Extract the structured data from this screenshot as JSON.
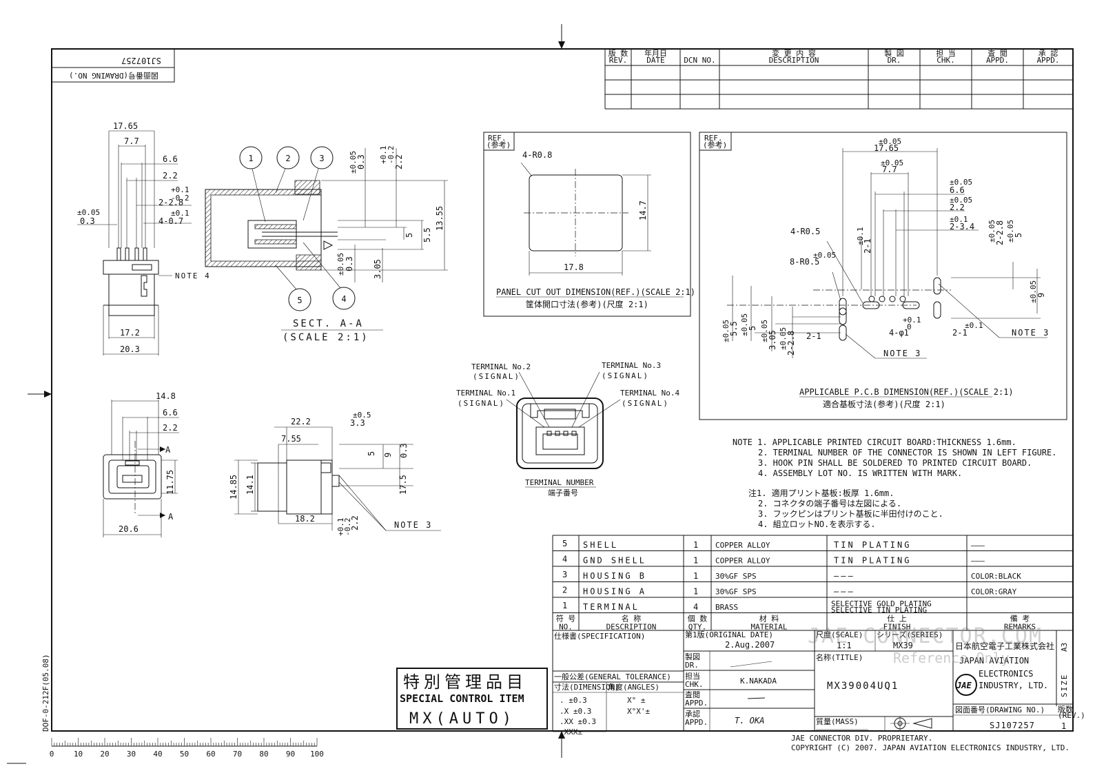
{
  "sheet": {
    "drawing_no_label": "図面番号(DRAWING NO.)",
    "drawing_no_rotated": "SJ107257",
    "form_code": "DOF-0-212F(05.08)",
    "arrow_labels": [
      "A",
      "A"
    ]
  },
  "revision_table": {
    "headers": [
      {
        "jp": "版 数",
        "en": "REV."
      },
      {
        "jp": "年月日",
        "en": "DATE"
      },
      {
        "jp": "",
        "en": "DCN NO."
      },
      {
        "jp": "変 更 内 容",
        "en": "DESCRIPTION"
      },
      {
        "jp": "製 図",
        "en": "DR."
      },
      {
        "jp": "担 当",
        "en": "CHK."
      },
      {
        "jp": "査 閲",
        "en": "APPD."
      },
      {
        "jp": "承 認",
        "en": "APPD."
      }
    ]
  },
  "side_view": {
    "dims": [
      "17.65",
      "7.7",
      "6.6",
      "2.2",
      "+0.1",
      "-0.2",
      "2-2.8",
      "±0.1",
      "4-0.7",
      "±0.05",
      "0.3",
      "17.2",
      "20.3"
    ],
    "note": "NOTE 4"
  },
  "section_view": {
    "balloons": [
      "1",
      "2",
      "3",
      "4",
      "5"
    ],
    "dims": [
      "±0.05",
      "0.3",
      "+0.1",
      "-0.2",
      "2.2",
      "13.55",
      "5.5",
      "5",
      "3.05",
      "±0.05",
      "0.3"
    ],
    "caption1": "SECT. A-A",
    "caption2": "(SCALE 2:1)"
  },
  "panel_cutout": {
    "ref_label": "REF.",
    "ref_jp": "(参考)",
    "corner": "4-R0.8",
    "width": "17.8",
    "height": "14.7",
    "caption_en": "PANEL CUT OUT DIMENSION(REF.)(SCALE 2:1)",
    "caption_jp": "筐体開口寸法(参考)(尺度 2:1)"
  },
  "pcb_view": {
    "ref_label": "REF.",
    "ref_jp": "(参考)",
    "dims": [
      "±0.05",
      "17.65",
      "±0.05",
      "7.7",
      "±0.05",
      "6.6",
      "±0.05",
      "2.2",
      "±0.1",
      "2-3.4",
      "±0.05",
      "2-2.8",
      "±0.05",
      "5",
      "±0.05",
      "9",
      "±0.1",
      "2-1",
      "4-R0.5",
      "±0.05",
      "8-R0.5",
      "±0.05",
      "5.5",
      "±0.05",
      "5",
      "±0.05",
      "3.05",
      "±0.05",
      "2-2.8",
      "2-1",
      "+0.1",
      "0",
      "4-φ1",
      "±0.1",
      "2-1"
    ],
    "notes": [
      "NOTE 3",
      "NOTE 3"
    ],
    "caption_en": "APPLICABLE P.C.B DIMENSION(REF.)(SCALE 2:1)",
    "caption_jp": "適合基板寸法(参考)(尺度 2:1)"
  },
  "terminal_view": {
    "labels": [
      {
        "name": "TERMINAL No.2",
        "sub": "(SIGNAL)"
      },
      {
        "name": "TERMINAL No.3",
        "sub": "(SIGNAL)"
      },
      {
        "name": "TERMINAL No.1",
        "sub": "(SIGNAL)"
      },
      {
        "name": "TERMINAL No.4",
        "sub": "(SIGNAL)"
      }
    ],
    "caption_en": "TERMINAL NUMBER",
    "caption_jp": "端子番号"
  },
  "front_view": {
    "dims": [
      "14.8",
      "6.6",
      "2.2",
      "11.75",
      "20.6"
    ]
  },
  "bottom_view": {
    "dims": [
      "22.2",
      "±0.5",
      "3.3",
      "7.55",
      "5",
      "9",
      "0.3",
      "14.85",
      "14.1",
      "17.5",
      "18.2",
      "+0.1",
      "-0.2",
      "2.2"
    ],
    "note": "NOTE 3"
  },
  "notes_en": [
    "NOTE 1. APPLICABLE PRINTED CIRCUIT BOARD:THICKNESS 1.6mm.",
    "2. TERMINAL NUMBER OF THE CONNECTOR IS SHOWN IN LEFT FIGURE.",
    "3. HOOK PIN SHALL BE SOLDERED TO PRINTED CIRCUIT BOARD.",
    "4. ASSEMBLY LOT NO. IS WRITTEN WITH MARK."
  ],
  "notes_jp": [
    "注1. 適用プリント基板:板厚 1.6mm.",
    "2. コネクタの端子番号は左図による.",
    "3. フックピンはプリント基板に半田付けのこと.",
    "4. 組立ロットNO.を表示する."
  ],
  "bom": {
    "rows": [
      {
        "no": "5",
        "desc": "SHELL",
        "qty": "1",
        "material": "COPPER ALLOY",
        "finish": "TIN PLATING",
        "finish2": "",
        "remarks": "———"
      },
      {
        "no": "4",
        "desc": "GND SHELL",
        "qty": "1",
        "material": "COPPER ALLOY",
        "finish": "TIN PLATING",
        "finish2": "",
        "remarks": "———"
      },
      {
        "no": "3",
        "desc": "HOUSING B",
        "qty": "1",
        "material": "30%GF SPS",
        "finish": "———",
        "finish2": "",
        "remarks": "COLOR:BLACK"
      },
      {
        "no": "2",
        "desc": "HOUSING A",
        "qty": "1",
        "material": "30%GF SPS",
        "finish": "———",
        "finish2": "",
        "remarks": "COLOR:GRAY"
      },
      {
        "no": "1",
        "desc": "TERMINAL",
        "qty": "4",
        "material": "BRASS",
        "finish": "SELECTIVE GOLD PLATING",
        "finish2": "SELECTIVE TIN PLATING",
        "remarks": ""
      }
    ],
    "header": {
      "no_jp": "符 号",
      "no_en": "NO.",
      "desc_jp": "名 称",
      "desc_en": "DESCRIPTION",
      "qty_jp": "個 数",
      "qty_en": "QTY.",
      "mat_jp": "材 料",
      "mat_en": "MATERIAL",
      "fin_jp": "仕 上",
      "fin_en": "FINISH",
      "rem_jp": "備 考",
      "rem_en": "REMARKS"
    }
  },
  "title_block": {
    "spec_label": "仕様書(SPECIFICATION)",
    "original_date_label": "第1版(ORIGINAL DATE)",
    "original_date": "2.Aug.2007",
    "dr_jp": "製図",
    "dr_en": "DR.",
    "chk_jp": "担当",
    "chk_en": "CHK.",
    "chk_name": "K.NAKADA",
    "appd1_jp": "査閲",
    "appd1_en": "APPD.",
    "appd2_jp": "承認",
    "appd2_en": "APPD.",
    "appd2_name": "T. OKA",
    "tolerance_label": "一般公差(GENERAL TOLERANCE)",
    "dimension_label": "寸法(DIMENSION)",
    "angle_label": "角度(ANGLES)",
    "tolerances": [
      ".  ±0.3",
      ".X  ±0.3",
      ".XX  ±0.3",
      ".XXX±"
    ],
    "angles": [
      "X°  ±",
      "X°X'±"
    ],
    "scale_label": "尺度(SCALE)",
    "scale": "1:1",
    "series_label": "シリーズ(SERIES)",
    "series": "MX39",
    "title_label": "名称(TITLE)",
    "title": "MX39004UQ1",
    "mass_label": "質量(MASS)",
    "company_jp": "日本航空電子工業株式会社",
    "company_en1": "JAPAN AVIATION",
    "company_en2": "ELECTRONICS",
    "company_en3": "INDUSTRY, LTD.",
    "logo_text": "JAE",
    "drawing_no_label": "図面番号(DRAWING NO.)",
    "drawing_no": "SJ107257",
    "rev_label_jp": "版数",
    "rev_label_en": "(REV.)",
    "rev": "1",
    "size_label": "SIZE",
    "size": "A3",
    "special_jp": "特別管理品目",
    "special_en": "SPECIAL CONTROL ITEM",
    "special_code": "MX(AUTO)",
    "watermark1": "JAE CONNECTOR.COM",
    "watermark2": "Reference Only",
    "proprietary": "JAE CONNECTOR DIV. PROPRIETARY.",
    "copyright": "COPYRIGHT (C) 2007. JAPAN AVIATION ELECTRONICS INDUSTRY, LTD."
  },
  "ruler": {
    "labels": [
      "0",
      "10",
      "20",
      "30",
      "40",
      "50",
      "60",
      "70",
      "80",
      "90",
      "100"
    ]
  }
}
